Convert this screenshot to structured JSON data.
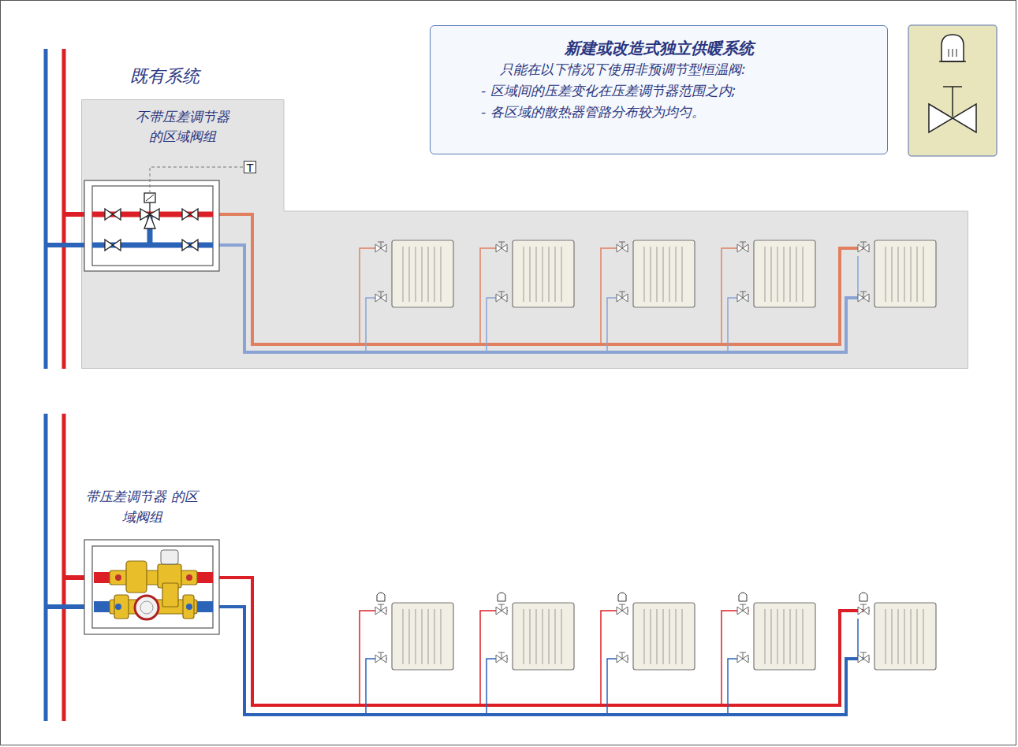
{
  "diagram": {
    "nodes": [
      {
        "text": [
          "不带压差调节器 的区域阀组"
        ]
      },
      {
        "text": [
          "新建或改造式独立供暖系统",
          "只能在以下情况下使用非预调节型恒温阀:",
          "- 区域间的压差变化在压差调节器范围之内;",
          "- 各区域的散热器管路分布较为均匀。"
        ]
      }
    ],
    "labels": [
      "既有系统",
      "T",
      "带压差调节器 的区域阀组"
    ]
  }
}
